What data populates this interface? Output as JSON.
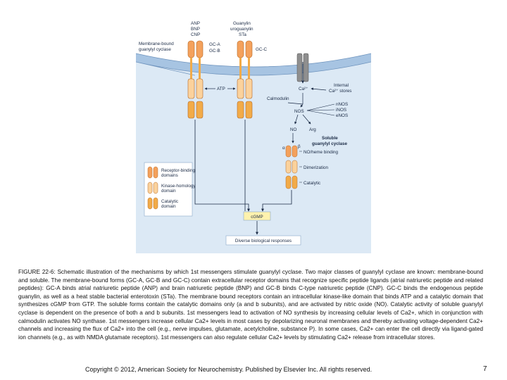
{
  "figure": {
    "ligands_left": [
      "ANP",
      "BNP",
      "CNP"
    ],
    "ligands_right": [
      "Guanylin",
      "uroguanylin",
      "STa"
    ],
    "membrane_bound_label": [
      "Membrane-bound",
      "guanylyl cyclase"
    ],
    "gc_ab": [
      "GC-A",
      "GC-B"
    ],
    "gc_c": "GC-C",
    "atp": "ATP",
    "ca2": "Ca²⁺",
    "internal_stores": [
      "Internal",
      "Ca²⁺ stores"
    ],
    "calmodulin": "Calmodulin",
    "nos_types": [
      "nNOS",
      "iNOS",
      "eNOS"
    ],
    "nos": "NOS",
    "no": "NO",
    "arg": "Arg",
    "soluble_label": [
      "Soluble",
      "guanylyl cyclase"
    ],
    "alpha": "α",
    "beta": "β",
    "no_heme": "NO/heme binding",
    "dimerization": "Dimerization",
    "catalytic": "Catalytic",
    "legend": {
      "receptor": [
        "Receptor-binding",
        "domains"
      ],
      "kinase": [
        "Kinase-homology",
        "domain"
      ],
      "catalytic": [
        "Catalytic",
        "domain"
      ]
    },
    "cgmp": "cGMP",
    "diverse": "Diverse biological responses",
    "colors": {
      "cytoplasm": "#dce9f5",
      "membrane": "#a7c4e2",
      "receptor": "#f4a15c",
      "kinase": "#fbd29c",
      "catalytic": "#f2ab48",
      "cgmp_box": "#fff2ae",
      "dark_text": "#1a2a45"
    }
  },
  "caption": "FIGURE 22-6: Schematic illustration of the mechanisms by which 1st messengers stimulate guanylyl cyclase. Two major classes of guanylyl cyclase are known: membrane-bound and soluble. The membrane-bound forms (GC-A, GC-B and GC-C) contain extracellular receptor domains that recognize specific peptide ligands (atrial natriuretic peptide and related peptides): GC-A binds atrial natriuretic peptide (ANP) and brain natriuretic peptide (BNP) and GC-B binds C-type natriuretic peptide (CNP). GC-C binds the endogenous peptide guanylin, as well as a heat stable bacterial enterotoxin (STa). The membrane bound receptors contain an intracellular kinase-like domain that binds ATP and a catalytic domain that synthesizes cGMP from GTP. The soluble forms contain the catalytic domains only (a and b subunits), and are activated by nitric oxide (NO). Catalytic activity of soluble guanylyl cyclase is dependent on the presence of both a and b subunits. 1st messengers lead to activation of NO synthesis by increasing cellular levels of Ca2+, which in conjunction with calmodulin activates NO synthase. 1st messengers increase cellular Ca2+ levels in most cases by depolarizing neuronal membranes and thereby activating voltage-dependent Ca2+ channels and increasing the flux of Ca2+ into the cell (e.g., nerve impulses, glutamate, acetylcholine, substance P). In some cases, Ca2+ can enter the cell directly via ligand-gated ion channels (e.g., as with NMDA glutamate receptors). 1st messengers can also regulate cellular Ca2+ levels by stimulating Ca2+ release from intracellular stores.",
  "copyright": "Copyright © 2012, American Society for Neurochemistry. Published by Elsevier Inc. All rights reserved.",
  "page_number": "7"
}
